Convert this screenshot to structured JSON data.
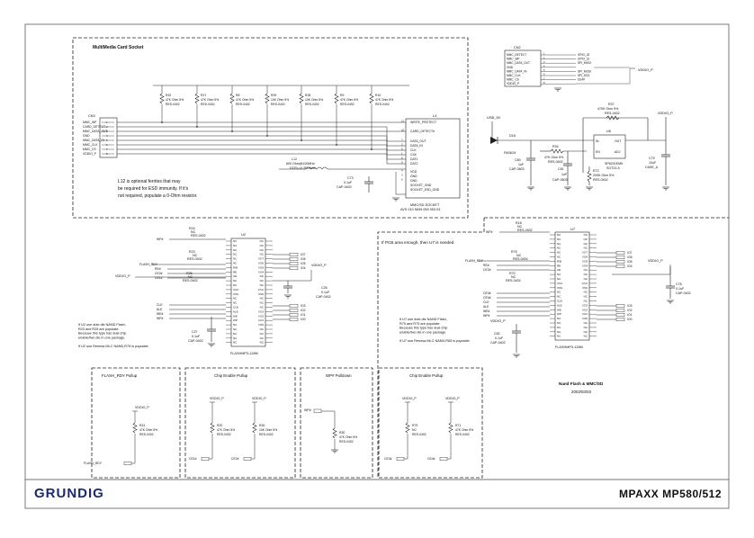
{
  "footer": {
    "brand": "GRUNDIG",
    "model": "MPAXX MP580/512"
  },
  "title_block": {
    "title": "Nand Flash & MMC/SD",
    "date": "2003/03/03"
  },
  "mmc_section": {
    "title": "MultiMedia Card Socket",
    "note": [
      "L12 is optional ferrites that may",
      "be required for ESD immunity. If it's",
      "not required, populate a 0-Ohm resistor."
    ],
    "socket_label": "L4",
    "socket_pins": [
      "WRITE_PROTECT",
      "CARD_DETECT#",
      "DATA_OUT",
      "DATA_IN",
      "CLK",
      "CS#",
      "DAT1",
      "DAT2",
      "VDD",
      "GND",
      "GND",
      "SOCKET_GND",
      "SOCKET_ESD_GND"
    ],
    "socket_pin_nums": [
      "11",
      "10",
      "7",
      "2",
      "5",
      "1",
      "8",
      "9",
      "4",
      "3",
      "6",
      "",
      ""
    ],
    "socket_name": [
      "MMC/SD-SOCKET",
      "AVS 010 5639 059 353 03"
    ],
    "cn_label": "CN3",
    "cn_pins": [
      "MMC_WP",
      "CARD_DETECT",
      "MMC_DATA_OUT",
      "GND",
      "MMC_DATA_IN",
      "MMC_CLK",
      "MMC_CS",
      "VDDIO_P"
    ],
    "resistors": [
      {
        "ref": "R32",
        "val": "47K Ohm 5%",
        "pkg": "RES-0402"
      },
      {
        "ref": "R17",
        "val": "47K Ohm 5%",
        "pkg": "RES-0402"
      },
      {
        "ref": "R8",
        "val": "47K Ohm 5%",
        "pkg": "RES-0402"
      },
      {
        "ref": "R29",
        "val": "10K Ohm 5%",
        "pkg": "RES-0402"
      },
      {
        "ref": "R28",
        "val": "10K Ohm 5%",
        "pkg": "RES-0402"
      },
      {
        "ref": "R9",
        "val": "47K Ohm 5%",
        "pkg": "RES-0402"
      },
      {
        "ref": "R10",
        "val": "47K Ohm 5%",
        "pkg": "RES-0402"
      }
    ],
    "l12": {
      "ref": "L12",
      "val": "600 Ohm@100MHz",
      "pkg": "DCR<=0.35Ohms"
    },
    "c73": {
      "ref": "C73",
      "val": "0.1uF",
      "pkg": "CAP-0402"
    }
  },
  "cn2": {
    "label": "CN2",
    "left_pins": [
      "MMC_DETECT",
      "MMC_WP",
      "MMC_DATA_OUT",
      "GND",
      "MMC_DATA_IN",
      "MMC_CLK",
      "MMC_CS",
      "VDDIO_P"
    ],
    "right_pins": [
      "GPIO_32",
      "GPIO_31",
      "SPI_MISO",
      "",
      "SPI_MOSI",
      "SPI_SCK",
      "CE4#",
      ""
    ],
    "vdd_label": "VDDIO_P"
  },
  "regulator": {
    "input": "USB_5V",
    "diode": {
      "ref": "D16",
      "val": "FA0619"
    },
    "c80": {
      "ref": "C80",
      "val": "1uF",
      "pkg": "CAP-0603"
    },
    "r34": {
      "ref": "R34",
      "val": "47K Ohm 5%",
      "pkg": "RES-0402"
    },
    "c81": {
      "ref": "C81",
      "val": "1uF",
      "pkg": "CAP-0603"
    },
    "r37": {
      "ref": "R37",
      "val": "470K Ohm 5%",
      "pkg": "RES-0402"
    },
    "r72": {
      "ref": "R72",
      "val": "200K Ohm 5%",
      "pkg": "RES-0402"
    },
    "u6": {
      "ref": "U6",
      "pins": [
        "IN",
        "OUT",
        "EN",
        "ADJ"
      ],
      "name": [
        "SP6201EM5",
        "SOT23-5"
      ]
    },
    "c79": {
      "ref": "C79",
      "val": "10uF",
      "pkg": "CASE_A"
    },
    "output": "VDDIO_P"
  },
  "u2": {
    "ref": "U2",
    "name": "FLASHMP3-128M",
    "left_pins": [
      "NC",
      "NC",
      "NC",
      "NC",
      "NC",
      "NC",
      "R/B",
      "RE",
      "CE",
      "NC",
      "NC",
      "VCC",
      "VSS",
      "NC",
      "NC",
      "CLE",
      "ALE",
      "WE",
      "WP",
      "NC",
      "NC",
      "NC",
      "NC",
      "NC"
    ],
    "right_pins": [
      "NC",
      "NC",
      "NC",
      "NC",
      "I/O7",
      "I/O6",
      "I/O5",
      "I/O4",
      "NC",
      "NC",
      "NC",
      "VCC",
      "VSS",
      "NC",
      "NC",
      "NC",
      "I/O3",
      "I/O2",
      "I/O1",
      "I/O0",
      "NC",
      "NC",
      "NC",
      "NC"
    ],
    "left_nets": [
      "WP#",
      "FLASH_RDY",
      "RE#",
      "CE2#",
      "CE1#",
      "CLE",
      "ALE",
      "WE#",
      "WP#"
    ],
    "right_nets": [
      "IO7",
      "IO6",
      "IO5",
      "IO4",
      "IO3",
      "IO2",
      "IO1",
      "IO0"
    ],
    "r16": {
      "ref": "R16",
      "val": "NC",
      "pkg": "RES-0402"
    },
    "r23": {
      "ref": "R23",
      "val": "NC",
      "pkg": "RES-0402"
    },
    "r25": {
      "ref": "R25",
      "val": "NC",
      "pkg": "RES-0402"
    },
    "c27": {
      "ref": "C27",
      "val": "0.1uF",
      "pkg": "CAP-0402"
    },
    "c26": {
      "ref": "C26",
      "val": "0.1uF",
      "pkg": "CAP-0402"
    },
    "vdd": "VDDIO_P",
    "note": [
      "If U2 use dule die NAND Flash,",
      "R23 and R25 are populate.",
      "Because this type has dual chip",
      "enable/two die in one package.",
      "",
      "If U2 use Renesa MLC NAND,R75 is populate."
    ]
  },
  "u7": {
    "ref": "U7",
    "name": "FLASHMP3-128M",
    "left_nets": [
      "WP#",
      "FLASH_RDY",
      "RE#",
      "CE2#",
      "CE3#",
      "CE4#",
      "CLE",
      "ALE",
      "WE#",
      "WP#"
    ],
    "right_nets": [
      "IO7",
      "IO6",
      "IO5",
      "IO4",
      "IO3",
      "IO2",
      "IO1",
      "IO0"
    ],
    "left_pins": [
      "NC",
      "NC",
      "NC",
      "NC",
      "NC",
      "NC",
      "R/B",
      "RE",
      "CE",
      "NC",
      "NC",
      "VCC",
      "VSS",
      "NC",
      "NC",
      "CLE",
      "ALE",
      "WE",
      "WP",
      "NC",
      "NC",
      "NC",
      "NC",
      "NC"
    ],
    "right_pins": [
      "NC",
      "NC",
      "NC",
      "NC",
      "I/O7",
      "I/O6",
      "I/O5",
      "I/O4",
      "NC",
      "NC",
      "NC",
      "VCC",
      "VSS",
      "NC",
      "NC",
      "NC",
      "I/O3",
      "I/O2",
      "I/O1",
      "I/O0",
      "NC",
      "NC",
      "NC",
      "NC"
    ],
    "r18": {
      "ref": "R18",
      "val": "NC",
      "pkg": "RES-0402"
    },
    "r76": {
      "ref": "R76",
      "val": "NC",
      "pkg": "RES-0402"
    },
    "r70": {
      "ref": "R70",
      "val": "NC",
      "pkg": "RES-0402"
    },
    "c82": {
      "ref": "C82",
      "val": "0.1uF",
      "pkg": "CAP-0402"
    },
    "c78": {
      "ref": "C78",
      "val": "0.1uF",
      "pkg": "CAP-0402"
    },
    "vdd": "VDDIO_P",
    "area_note": "If PCB area enough, then U7 is needed.",
    "note": [
      "If U7 use dule die NAND Flash,",
      "R70 and R75 are populate.",
      "Because this type has dual chip",
      "enable/two die in one package.",
      "",
      "If U7 use Renesa MLC NAND,R65 is populate."
    ]
  },
  "pullups": [
    {
      "title": "FLASH_RDY Pullup",
      "vdd": "VDDIO_P",
      "ref": "R24",
      "val": "47K Ohm 5%",
      "pkg": "RES-0402",
      "net": "FLASH_RDY"
    },
    {
      "title": "Chip Enable Pullup",
      "vdd": "VDDIO_P",
      "ref": "R20",
      "val": "47K Ohm 5%",
      "pkg": "RES-0402",
      "net": "CE1#"
    },
    {
      "title": "",
      "vdd": "VDDIO_P",
      "ref": "R26",
      "val": "10K Ohm 5%",
      "pkg": "RES-0402",
      "net": "CE2#"
    },
    {
      "title": "WP# Pulldown",
      "vdd": "",
      "ref": "R30",
      "val": "47K Ohm 5%",
      "pkg": "RES-0402",
      "net": "WP#"
    },
    {
      "title": "Chip Enable Pullup",
      "vdd": "VDDIO_P",
      "ref": "R79",
      "val": "NC",
      "pkg": "RES-0402",
      "net": "CE3#"
    },
    {
      "title": "",
      "vdd": "VDDIO_P",
      "ref": "R71",
      "val": "47K Ohm 5%",
      "pkg": "RES-0402",
      "net": "CE4#"
    }
  ]
}
